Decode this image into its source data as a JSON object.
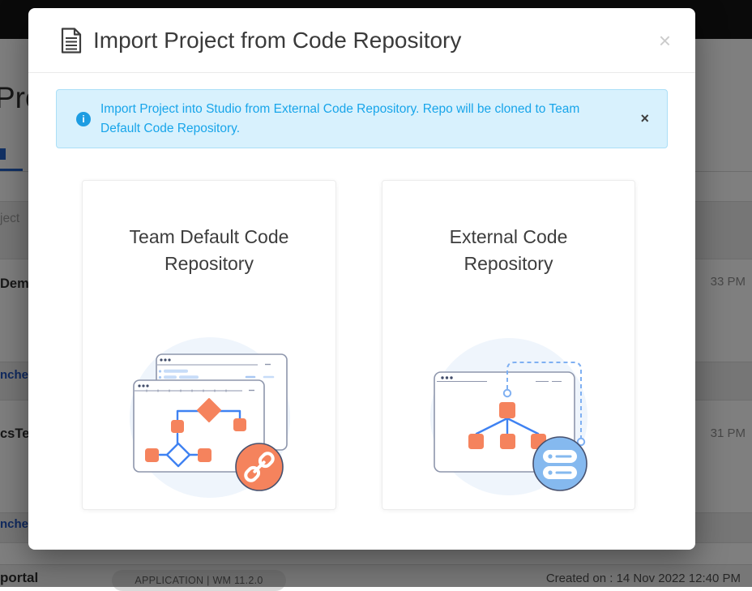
{
  "colors": {
    "accent_orange": "#F5835D",
    "accent_blue": "#3F82F2",
    "alert_bg": "#D8F1FD",
    "alert_border": "#ABDFF7",
    "alert_text": "#18A5EA",
    "link_blue": "#2054C0",
    "badge_blue": "#85B9EF"
  },
  "modal": {
    "title": "Import Project from Code Repository",
    "close_label": "×",
    "alert": {
      "text": "Import Project into Studio from External Code Repository. Repo will be cloned to Team Default Code Repository.",
      "close_label": "×"
    },
    "cards": [
      {
        "title": "Team Default Code Repository"
      },
      {
        "title": "External Code Repository"
      }
    ]
  },
  "background": {
    "page_title_fragment": "Pro",
    "search_placeholder_fragment": "ject",
    "rows": [
      {
        "name_fragment": "Demo",
        "time_fragment": "33 PM",
        "link_fragment": "nche"
      },
      {
        "name_fragment": "csTe",
        "time_fragment": "31 PM",
        "link_fragment": "nche"
      }
    ],
    "bottom_row": {
      "name_fragment": "portal",
      "badge_label": "APPLICATION | WM 11.2.0",
      "created_on": "Created on : 14 Nov 2022 12:40 PM"
    }
  }
}
